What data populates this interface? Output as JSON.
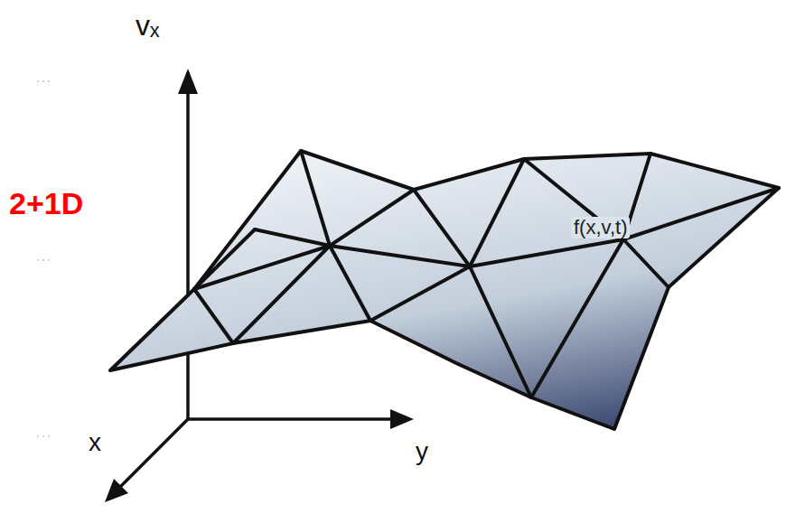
{
  "diagram": {
    "labels": [
      "vₓ",
      "2+1D",
      "x",
      "y",
      "f(x,v,t)"
    ]
  }
}
